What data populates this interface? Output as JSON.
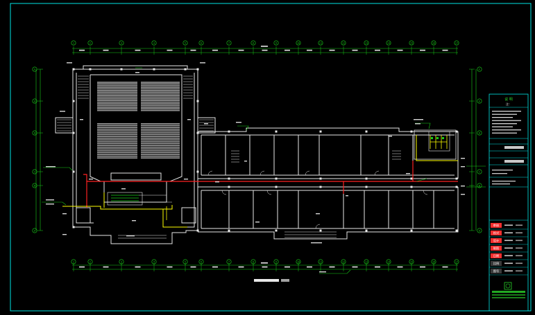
{
  "colors": {
    "background": "#000000",
    "frame": "#00e5e5",
    "walls": "#e8e8e8",
    "dims": "#18d018",
    "pipe_red": "#ff2222",
    "pipe_yellow": "#ffff00",
    "text": "#e8e8e8",
    "title_red": "#ff3030",
    "title_green": "#2ad42a"
  },
  "grid": {
    "columns": [
      "1",
      "2",
      "3",
      "4",
      "5",
      "6",
      "7",
      "8",
      "9",
      "10",
      "11",
      "12",
      "13",
      "14",
      "15",
      "16",
      "17",
      "18"
    ],
    "rows": [
      "F",
      "E",
      "D",
      "C",
      "B",
      "A"
    ]
  },
  "title_block": {
    "header_top": "说 明",
    "header_sub": "注：",
    "row_labels": [
      "审核",
      "校对",
      "设计",
      "制图",
      "日期",
      "比例",
      "图号"
    ],
    "logo_icon": "institute-seal-icon"
  }
}
